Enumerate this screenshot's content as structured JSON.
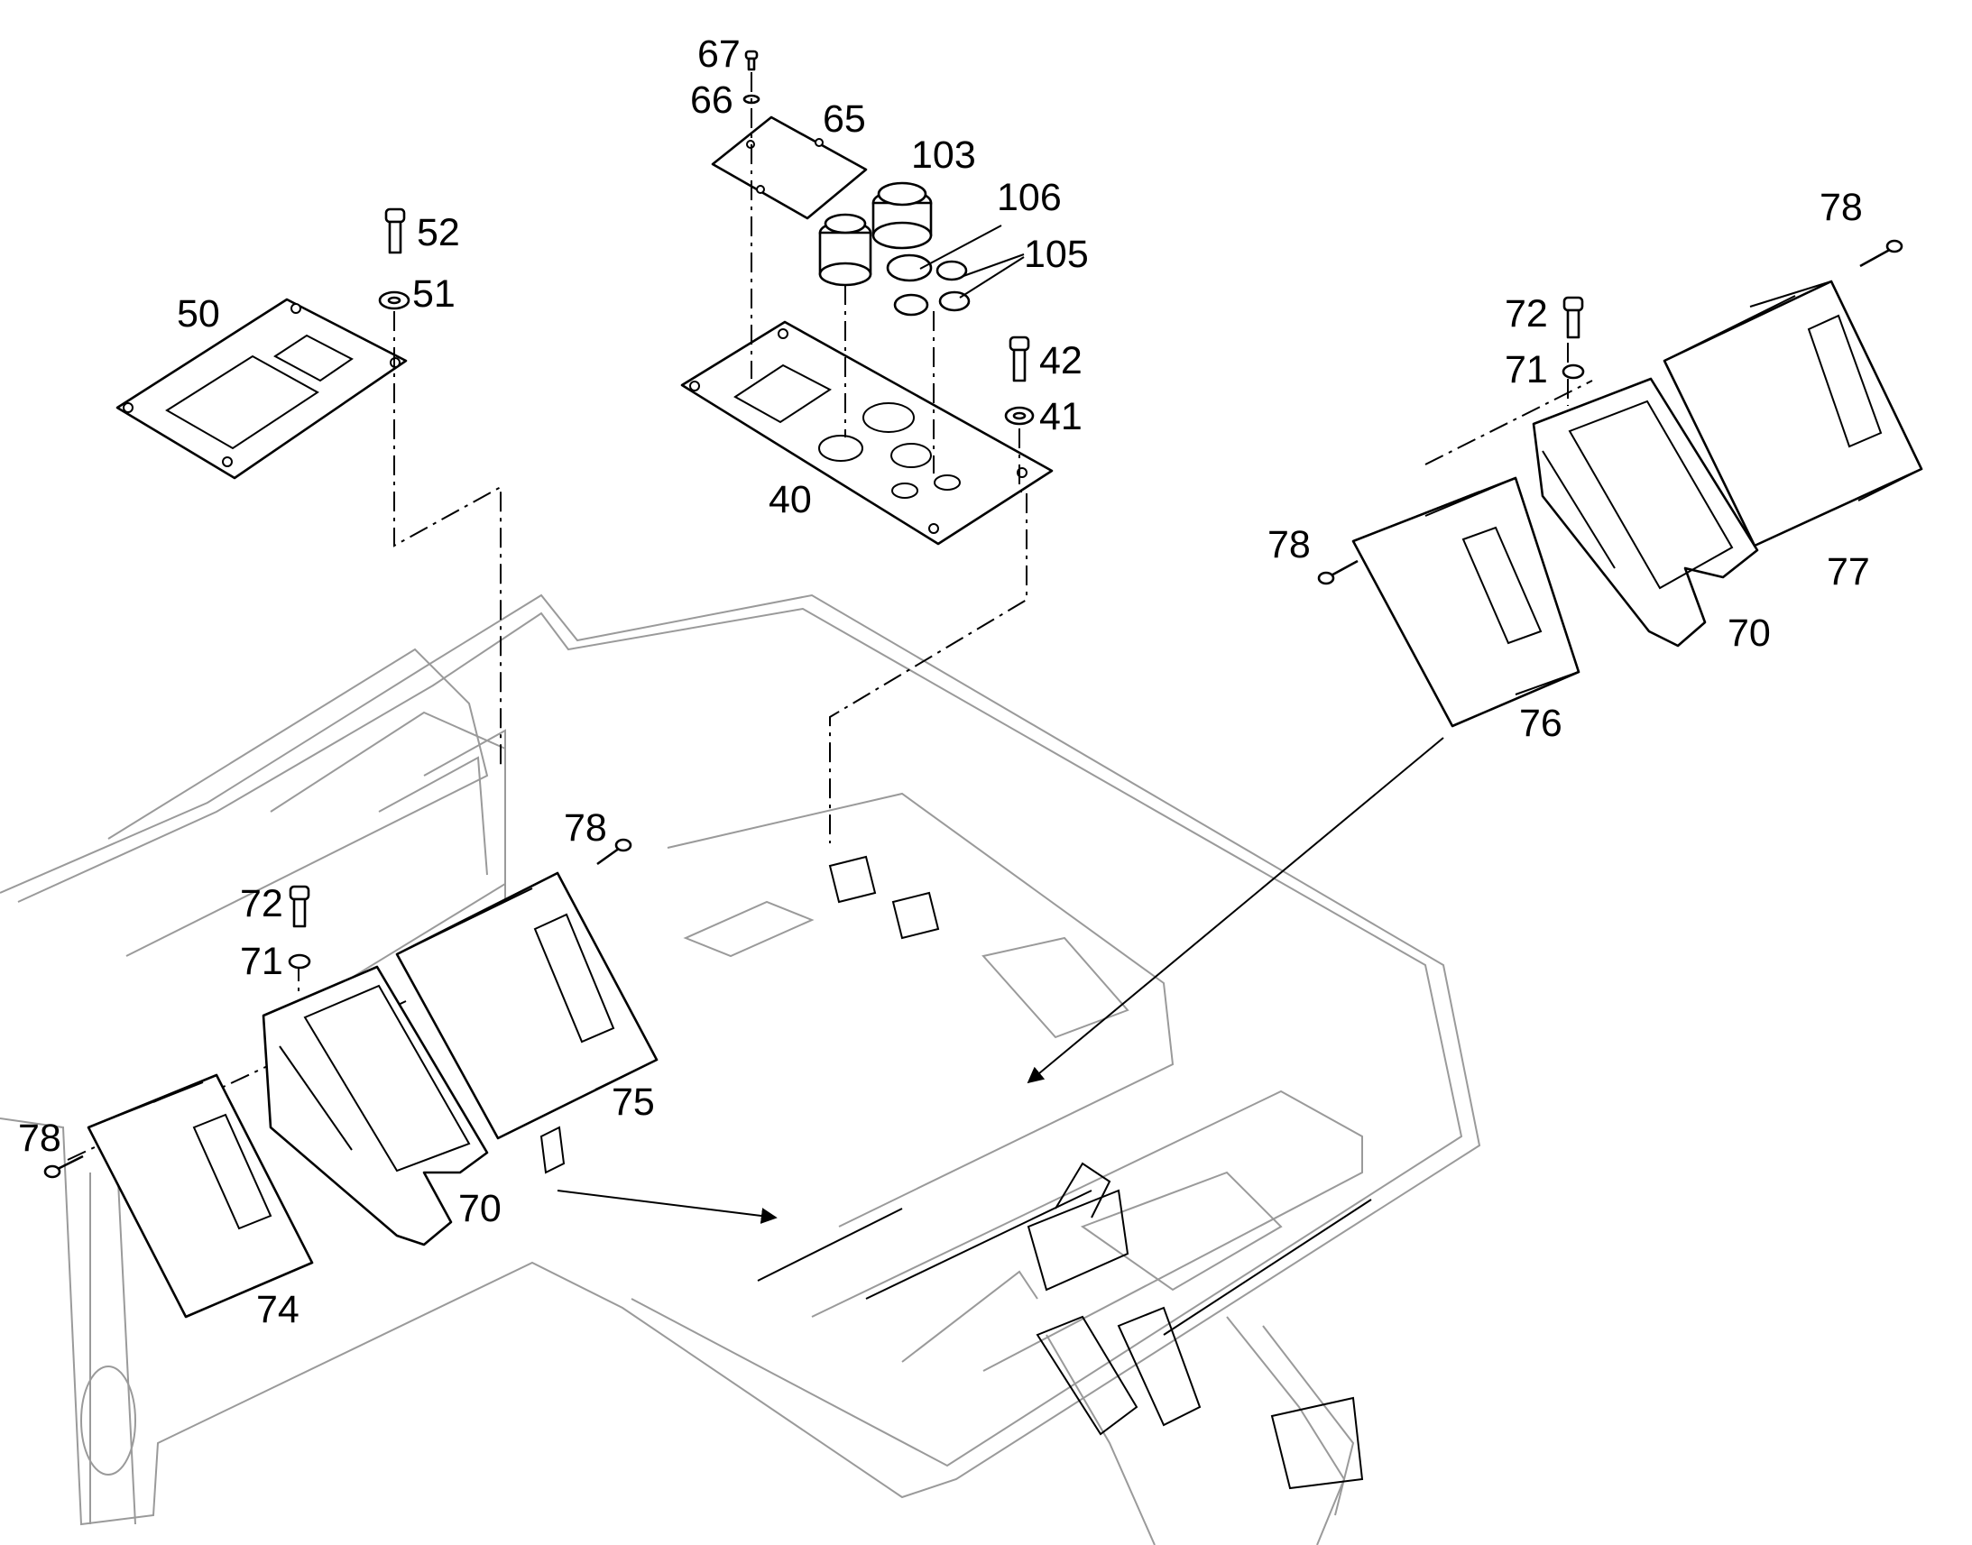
{
  "callouts": {
    "c67": "67",
    "c66": "66",
    "c65": "65",
    "c103": "103",
    "c106": "106",
    "c105": "105",
    "c52": "52",
    "c51": "51",
    "c50": "50",
    "c42": "42",
    "c41": "41",
    "c40": "40",
    "c78a": "78",
    "c72a": "72",
    "c71a": "71",
    "c78b": "78",
    "c77": "77",
    "c70a": "70",
    "c76": "76",
    "c78c": "78",
    "c72b": "72",
    "c71b": "71",
    "c75": "75",
    "c78d": "78",
    "c70b": "70",
    "c74": "74"
  }
}
